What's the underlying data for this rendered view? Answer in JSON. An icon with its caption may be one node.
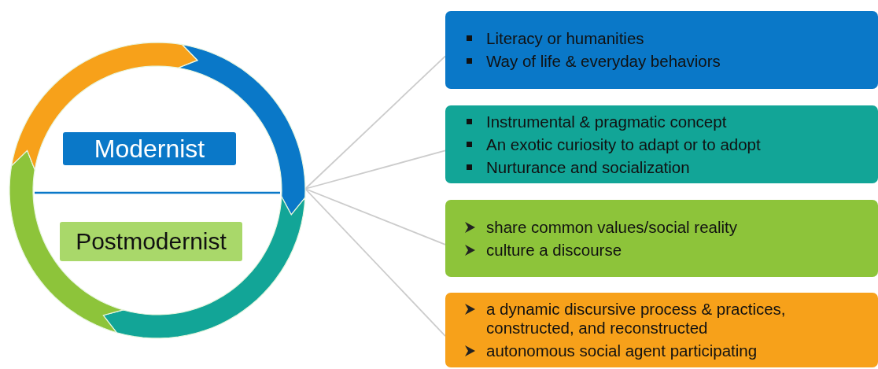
{
  "diagram": {
    "nodes": [
      {
        "text": [],
        "shape": "circle"
      },
      {
        "text": [
          "Modernist"
        ],
        "in": 0
      },
      {
        "text": [
          "Postmodernist"
        ],
        "in": 0
      },
      {
        "text": [
          "Literacy or humanities",
          "Way of life & everyday behaviors"
        ]
      },
      {
        "text": [
          "Instrumental & pragmatic concept",
          "An exotic curiosity to adapt or to adopt",
          "Nurturance and socialization"
        ]
      },
      {
        "text": [
          "share common values/social reality",
          "culture a discourse"
        ]
      },
      {
        "text": [
          "a dynamic discursive process & practices, constructed, and reconstructed",
          "autonomous social agent participating"
        ]
      }
    ],
    "edges": [
      {
        "from": 0,
        "to": 3,
        "arrow": "none"
      },
      {
        "from": 0,
        "to": 4,
        "arrow": "none"
      },
      {
        "from": 0,
        "to": 5,
        "arrow": "none"
      },
      {
        "from": 0,
        "to": 6,
        "arrow": "none"
      }
    ]
  }
}
